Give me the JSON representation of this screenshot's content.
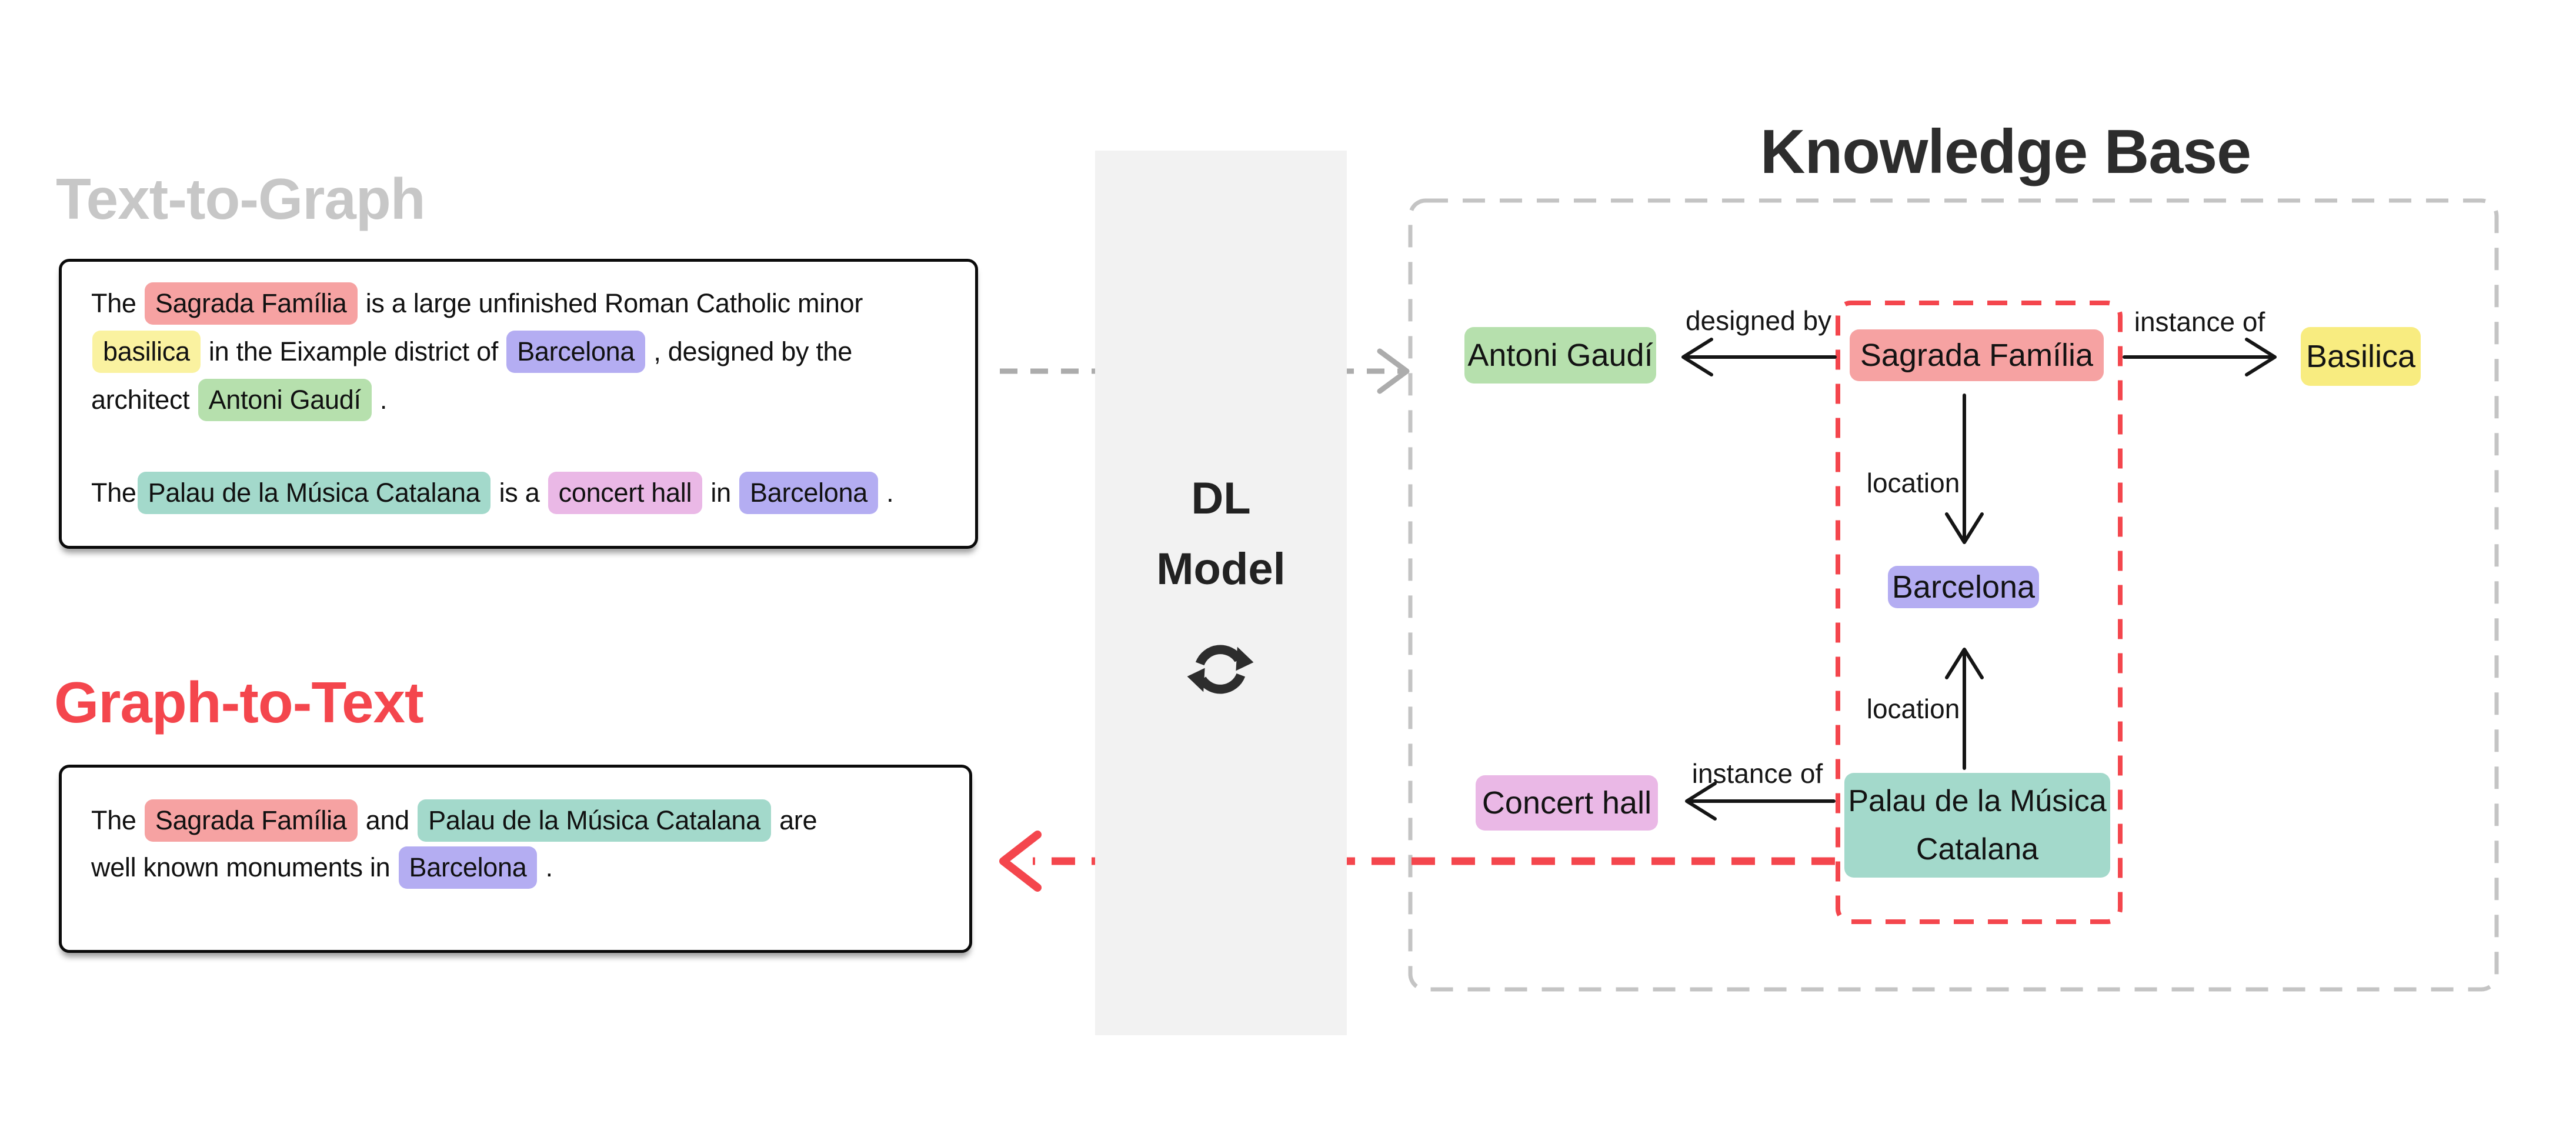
{
  "colors": {
    "pink": "#F6A2A2",
    "yellow_chip": "#FAF2A0",
    "yellow_node": "#F8EC80",
    "purple": "#B4ADF2",
    "green": "#B6E0AD",
    "teal": "#A3D9CB",
    "magenta": "#EAB8E6",
    "red_accent": "#F4464D",
    "arrow_gray": "#ACACAC",
    "kb_border_gray": "#C4C4C4",
    "title_gray": "#C7C7C7",
    "model_box_bg": "#F2F2F2",
    "ink": "#111111"
  },
  "left": {
    "text_to_graph_title": "Text-to-Graph",
    "graph_to_text_title": "Graph-to-Text",
    "input_lines": [
      [
        {
          "t": "The "
        },
        {
          "t": "Sagrada Família",
          "c": "pink"
        },
        {
          "t": " is a large unfinished Roman Catholic minor"
        }
      ],
      [
        {
          "t": "basilica",
          "c": "yellow_chip"
        },
        {
          "t": " in the Eixample district of "
        },
        {
          "t": "Barcelona",
          "c": "purple"
        },
        {
          "t": " , designed by the"
        }
      ],
      [
        {
          "t": "architect "
        },
        {
          "t": "Antoni Gaudí",
          "c": "green"
        },
        {
          "t": " ."
        }
      ],
      [],
      [
        {
          "t": "The"
        },
        {
          "t": "Palau de la Música Catalana",
          "c": "teal"
        },
        {
          "t": " is a "
        },
        {
          "t": "concert hall",
          "c": "magenta"
        },
        {
          "t": " in "
        },
        {
          "t": "Barcelona",
          "c": "purple"
        },
        {
          "t": " ."
        }
      ]
    ],
    "output_lines": [
      [
        {
          "t": "The "
        },
        {
          "t": "Sagrada Família",
          "c": "pink"
        },
        {
          "t": " and "
        },
        {
          "t": "Palau de la Música Catalana",
          "c": "teal"
        },
        {
          "t": " are"
        }
      ],
      [
        {
          "t": "well known monuments in "
        },
        {
          "t": "Barcelona",
          "c": "purple"
        },
        {
          "t": " ."
        }
      ]
    ]
  },
  "model": {
    "line1": "DL",
    "line2": "Model",
    "icon": "sync-icon"
  },
  "kb": {
    "title": "Knowledge Base",
    "nodes": {
      "antoni": {
        "label": "Antoni Gaudí",
        "color": "green"
      },
      "sagrada": {
        "label": "Sagrada Família",
        "color": "pink"
      },
      "basilica": {
        "label": "Basilica",
        "color": "yellow_node"
      },
      "barcelona": {
        "label": "Barcelona",
        "color": "purple"
      },
      "palau": {
        "label_line1": "Palau de la Música",
        "label_line2": "Catalana",
        "color": "teal"
      },
      "concert": {
        "label": "Concert hall",
        "color": "magenta"
      }
    },
    "edges": {
      "designed_by": "designed by",
      "instance_of_sagrada": "instance of",
      "location_sagrada": "location",
      "location_palau": "location",
      "instance_of_palau": "instance of"
    }
  }
}
